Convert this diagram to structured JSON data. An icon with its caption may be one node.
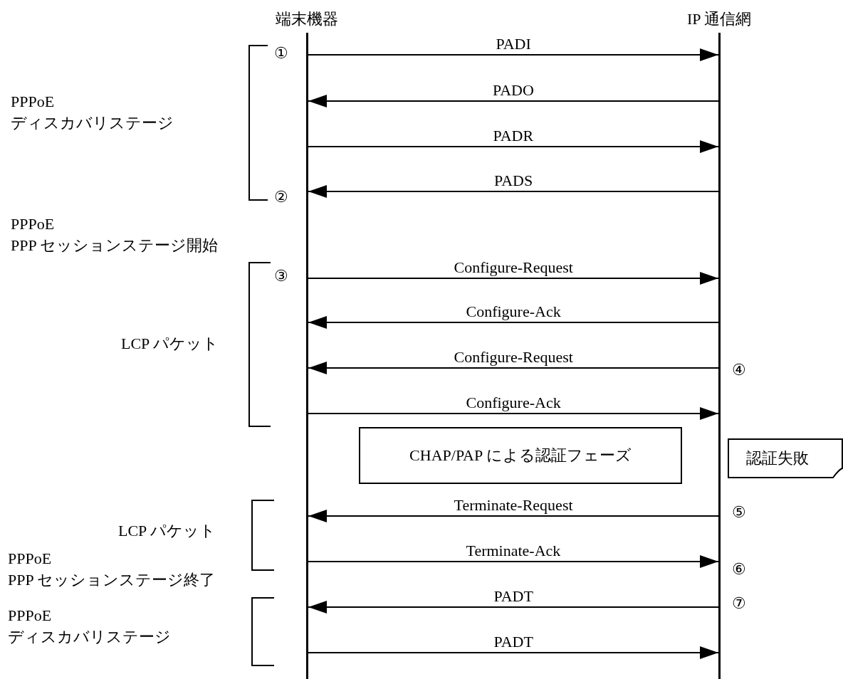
{
  "diagram": {
    "nodes": [
      {
        "text": [],
        "shape": "bar",
        "beside": [
          "端末機器"
        ]
      },
      {
        "text": [],
        "shape": "bar",
        "beside": [
          "IP 通信網"
        ]
      },
      {
        "text": [
          "CHAP/PAP による認証フェーズ"
        ]
      },
      {
        "text": [
          "認証失敗"
        ]
      }
    ],
    "edges": [
      {
        "from": 0,
        "to": 1,
        "arrow": "to",
        "label": "PADI"
      },
      {
        "from": 1,
        "to": 0,
        "arrow": "to",
        "label": "PADO"
      },
      {
        "from": 0,
        "to": 1,
        "arrow": "to",
        "label": "PADR"
      },
      {
        "from": 1,
        "to": 0,
        "arrow": "to",
        "label": "PADS"
      },
      {
        "from": 0,
        "to": 1,
        "arrow": "to",
        "label": "Configure-Request"
      },
      {
        "from": 1,
        "to": 0,
        "arrow": "to",
        "label": "Configure-Ack"
      },
      {
        "from": 1,
        "to": 0,
        "arrow": "to",
        "label": "Configure-Request"
      },
      {
        "from": 0,
        "to": 1,
        "arrow": "to",
        "label": "Configure-Ack"
      },
      {
        "from": 1,
        "to": 0,
        "arrow": "to",
        "label": "Terminate-Request"
      },
      {
        "from": 0,
        "to": 1,
        "arrow": "to",
        "label": "Terminate-Ack"
      },
      {
        "from": 1,
        "to": 0,
        "arrow": "to",
        "label": "PADT"
      },
      {
        "from": 0,
        "to": 1,
        "arrow": "to",
        "label": "PADT"
      }
    ],
    "labels": [
      "①",
      "PPPoE ディスカバリステージ",
      "②",
      "PPPoE PPP セッションステージ開始",
      "③",
      "LCP パケット",
      "④",
      "LCP パケット",
      "⑤",
      "PPPoE PPP セッションステージ終了",
      "⑥",
      "⑦",
      "PPPoE ディスカバリステージ"
    ]
  }
}
